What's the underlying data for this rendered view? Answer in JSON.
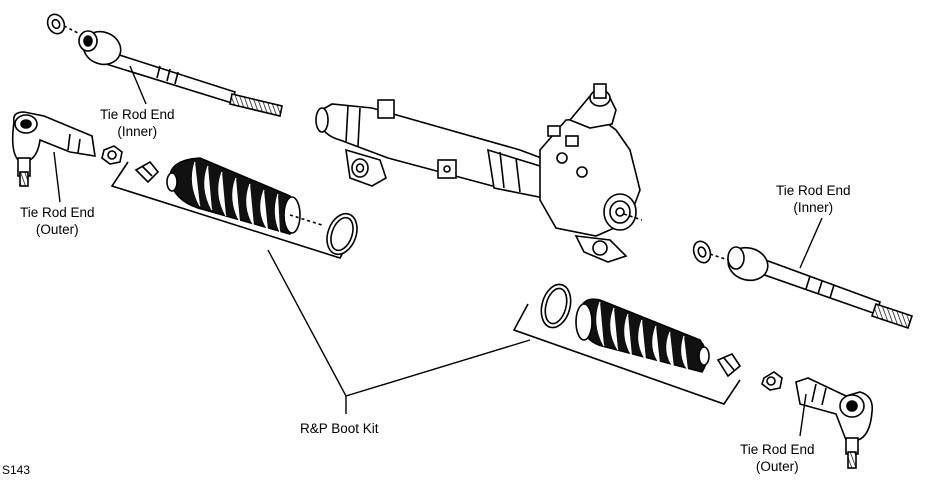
{
  "labels": {
    "tie_rod_inner_left": [
      "Tie Rod End",
      "(Inner)"
    ],
    "tie_rod_outer_left": [
      "Tie Rod End",
      "(Outer)"
    ],
    "tie_rod_inner_right": [
      "Tie Rod End",
      "(Inner)"
    ],
    "tie_rod_outer_right": [
      "Tie Rod End",
      "(Outer)"
    ],
    "boot_kit": "R&P Boot Kit"
  },
  "figure_id": "S143"
}
